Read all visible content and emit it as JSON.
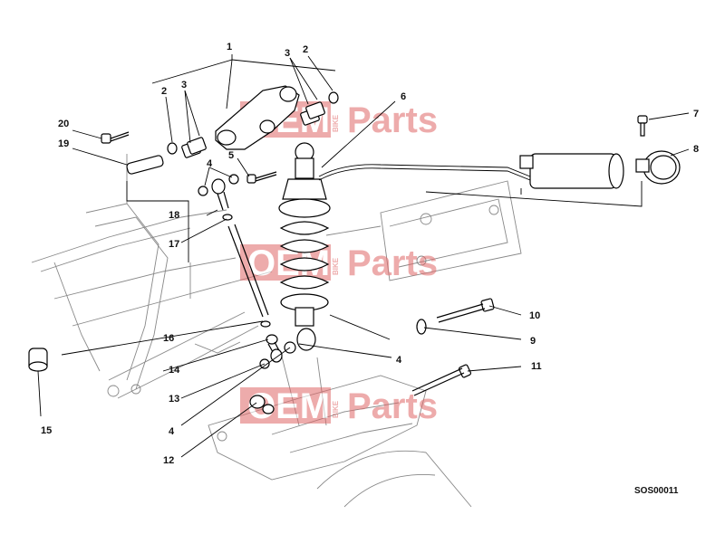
{
  "diagram": {
    "code": "SOS00011",
    "watermark": {
      "left": "OEM",
      "small": "BIKE",
      "right": "Parts"
    },
    "callouts": {
      "c1": "1",
      "c2a": "2",
      "c2b": "2",
      "c3a": "3",
      "c3b": "3",
      "c4a": "4",
      "c4b": "4",
      "c4c": "4",
      "c5": "5",
      "c6": "6",
      "c7": "7",
      "c8": "8",
      "c9": "9",
      "c10": "10",
      "c11": "11",
      "c12": "12",
      "c13": "13",
      "c14": "14",
      "c15": "15",
      "c16": "16",
      "c17": "17",
      "c18": "18",
      "c19": "19",
      "c20": "20"
    },
    "colors": {
      "watermark": "#e06868",
      "line": "#000000",
      "frame": "#888888"
    }
  }
}
